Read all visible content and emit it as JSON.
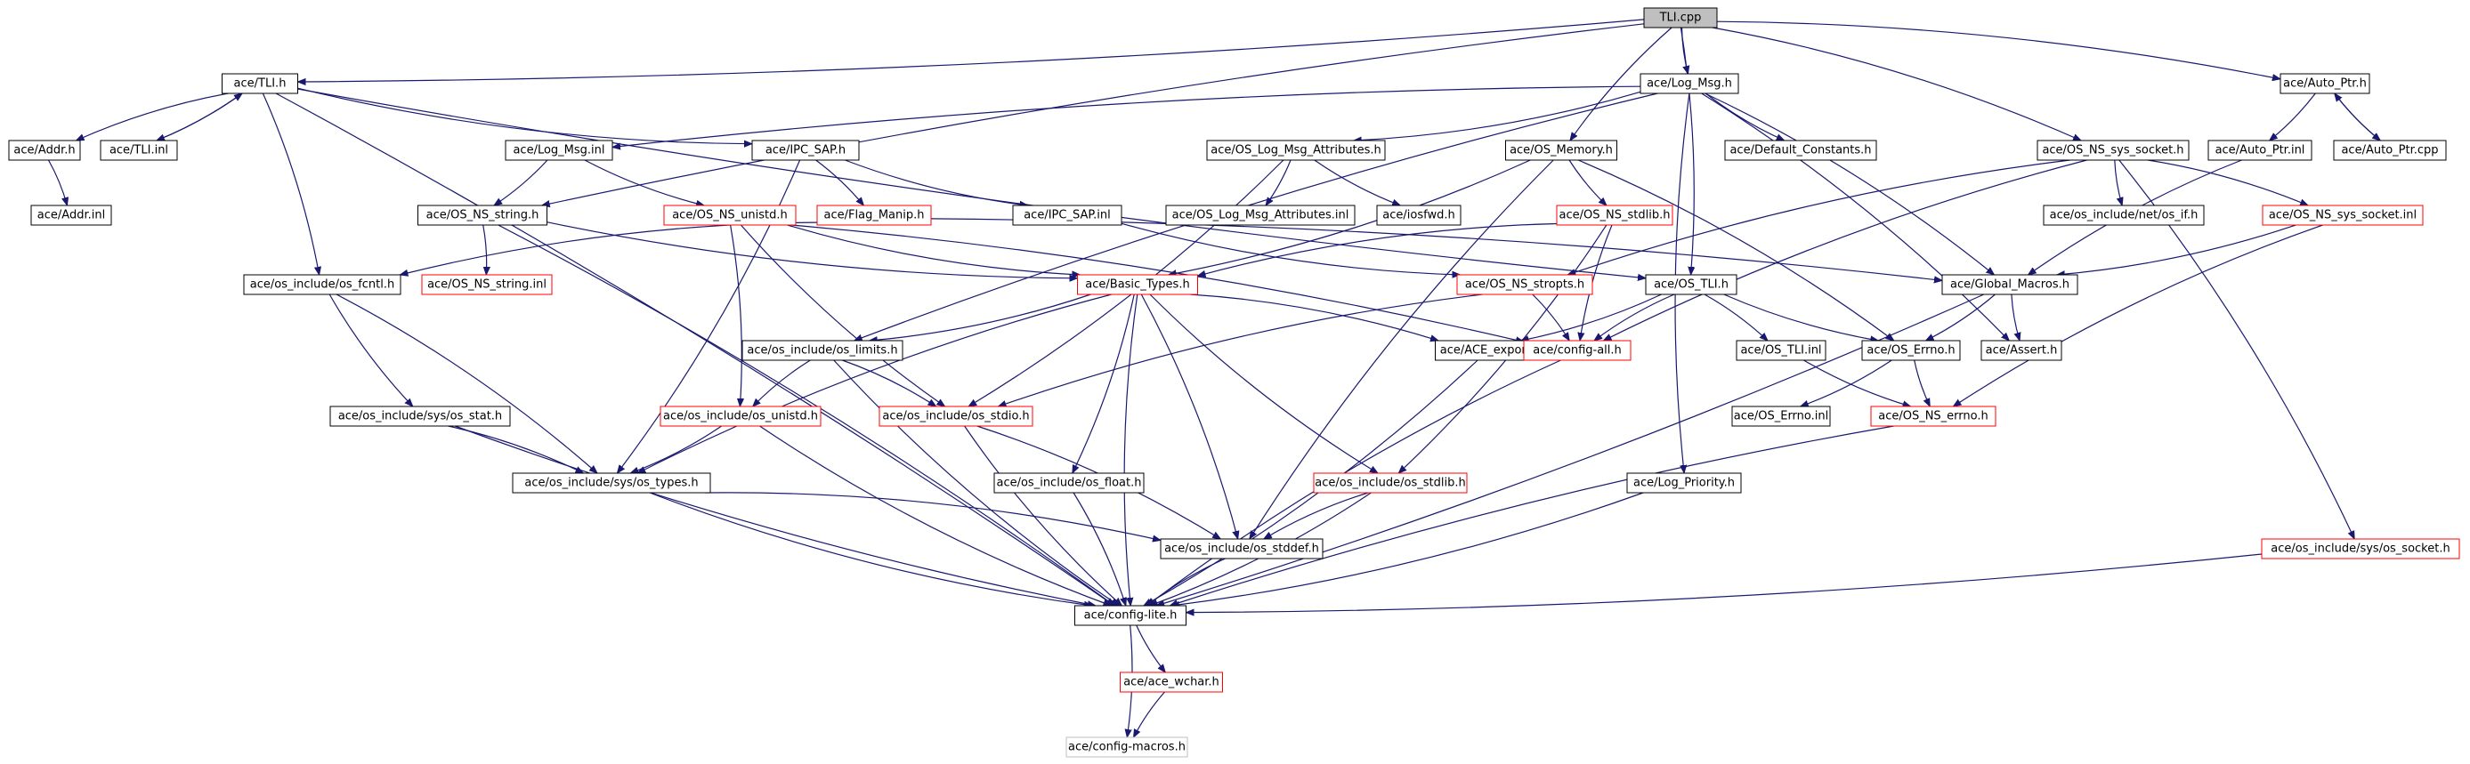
{
  "graph": {
    "colors": {
      "edge": "#191970",
      "node_border": "#000000",
      "node_border_incomplete": "#ff0000",
      "node_border_external": "#bfbfbf",
      "root_fill": "#bfbfbf"
    },
    "nodes": [
      {
        "id": "tli_cpp",
        "label": "TLI.cpp",
        "style": "root"
      },
      {
        "id": "tli_h",
        "label": "ace/TLI.h",
        "style": "normal"
      },
      {
        "id": "log_msg_h",
        "label": "ace/Log_Msg.h",
        "style": "normal"
      },
      {
        "id": "auto_ptr_h",
        "label": "ace/Auto_Ptr.h",
        "style": "normal"
      },
      {
        "id": "addr_h",
        "label": "ace/Addr.h",
        "style": "normal"
      },
      {
        "id": "tli_inl",
        "label": "ace/TLI.inl",
        "style": "normal"
      },
      {
        "id": "log_msg_inl",
        "label": "ace/Log_Msg.inl",
        "style": "normal"
      },
      {
        "id": "ipc_sap_h",
        "label": "ace/IPC_SAP.h",
        "style": "normal"
      },
      {
        "id": "os_log_msg_attr_h",
        "label": "ace/OS_Log_Msg_Attributes.h",
        "style": "normal"
      },
      {
        "id": "os_memory_h",
        "label": "ace/OS_Memory.h",
        "style": "normal"
      },
      {
        "id": "default_constants_h",
        "label": "ace/Default_Constants.h",
        "style": "normal"
      },
      {
        "id": "os_ns_sys_socket_h",
        "label": "ace/OS_NS_sys_socket.h",
        "style": "normal"
      },
      {
        "id": "auto_ptr_inl",
        "label": "ace/Auto_Ptr.inl",
        "style": "normal"
      },
      {
        "id": "auto_ptr_cpp",
        "label": "ace/Auto_Ptr.cpp",
        "style": "normal"
      },
      {
        "id": "addr_inl",
        "label": "ace/Addr.inl",
        "style": "normal"
      },
      {
        "id": "os_ns_string_h",
        "label": "ace/OS_NS_string.h",
        "style": "normal"
      },
      {
        "id": "os_ns_unistd_h",
        "label": "ace/OS_NS_unistd.h",
        "style": "red"
      },
      {
        "id": "flag_manip_h",
        "label": "ace/Flag_Manip.h",
        "style": "red"
      },
      {
        "id": "ipc_sap_inl",
        "label": "ace/IPC_SAP.inl",
        "style": "normal"
      },
      {
        "id": "os_log_msg_attr_inl",
        "label": "ace/OS_Log_Msg_Attributes.inl",
        "style": "normal"
      },
      {
        "id": "iosfwd_h",
        "label": "ace/iosfwd.h",
        "style": "normal"
      },
      {
        "id": "os_ns_stdlib_h",
        "label": "ace/OS_NS_stdlib.h",
        "style": "red"
      },
      {
        "id": "net_os_if_h",
        "label": "ace/os_include/net/os_if.h",
        "style": "normal"
      },
      {
        "id": "os_ns_sys_socket_inl",
        "label": "ace/OS_NS_sys_socket.inl",
        "style": "red"
      },
      {
        "id": "os_fcntl_h",
        "label": "ace/os_include/os_fcntl.h",
        "style": "normal"
      },
      {
        "id": "os_ns_string_inl",
        "label": "ace/OS_NS_string.inl",
        "style": "red"
      },
      {
        "id": "basic_types_h",
        "label": "ace/Basic_Types.h",
        "style": "red"
      },
      {
        "id": "os_ns_stropts_h",
        "label": "ace/OS_NS_stropts.h",
        "style": "red"
      },
      {
        "id": "os_tli_h",
        "label": "ace/OS_TLI.h",
        "style": "normal"
      },
      {
        "id": "global_macros_h",
        "label": "ace/Global_Macros.h",
        "style": "normal"
      },
      {
        "id": "os_limits_h",
        "label": "ace/os_include/os_limits.h",
        "style": "normal"
      },
      {
        "id": "ace_export_h",
        "label": "ace/ACE_export.h",
        "style": "normal"
      },
      {
        "id": "config_all_h",
        "label": "ace/config-all.h",
        "style": "red"
      },
      {
        "id": "os_tli_inl",
        "label": "ace/OS_TLI.inl",
        "style": "normal"
      },
      {
        "id": "os_errno_h",
        "label": "ace/OS_Errno.h",
        "style": "normal"
      },
      {
        "id": "assert_h",
        "label": "ace/Assert.h",
        "style": "normal"
      },
      {
        "id": "sys_os_stat_h",
        "label": "ace/os_include/sys/os_stat.h",
        "style": "normal"
      },
      {
        "id": "os_unistd_h",
        "label": "ace/os_include/os_unistd.h",
        "style": "red"
      },
      {
        "id": "os_stdio_h",
        "label": "ace/os_include/os_stdio.h",
        "style": "red"
      },
      {
        "id": "os_errno_inl",
        "label": "ace/OS_Errno.inl",
        "style": "normal"
      },
      {
        "id": "os_ns_errno_h",
        "label": "ace/OS_NS_errno.h",
        "style": "red"
      },
      {
        "id": "sys_os_types_h",
        "label": "ace/os_include/sys/os_types.h",
        "style": "normal"
      },
      {
        "id": "os_float_h",
        "label": "ace/os_include/os_float.h",
        "style": "normal"
      },
      {
        "id": "os_stdlib_h",
        "label": "ace/os_include/os_stdlib.h",
        "style": "red"
      },
      {
        "id": "log_priority_h",
        "label": "ace/Log_Priority.h",
        "style": "normal"
      },
      {
        "id": "os_stddef_h",
        "label": "ace/os_include/os_stddef.h",
        "style": "normal"
      },
      {
        "id": "sys_os_socket_h",
        "label": "ace/os_include/sys/os_socket.h",
        "style": "red"
      },
      {
        "id": "config_lite_h",
        "label": "ace/config-lite.h",
        "style": "normal"
      },
      {
        "id": "ace_wchar_h",
        "label": "ace/ace_wchar.h",
        "style": "red"
      },
      {
        "id": "config_macros_h",
        "label": "ace/config-macros.h",
        "style": "grey"
      }
    ],
    "edges": [
      [
        "tli_cpp",
        "tli_h"
      ],
      [
        "tli_cpp",
        "log_msg_h"
      ],
      [
        "tli_cpp",
        "auto_ptr_h"
      ],
      [
        "tli_cpp",
        "os_memory_h"
      ],
      [
        "tli_cpp",
        "os_ns_sys_socket_h"
      ],
      [
        "tli_cpp",
        "os_ns_string_h"
      ],
      [
        "tli_cpp",
        "os_tli_h"
      ],
      [
        "tli_h",
        "addr_h"
      ],
      [
        "tli_h",
        "tli_inl"
      ],
      [
        "tli_h",
        "ipc_sap_h"
      ],
      [
        "tli_h",
        "os_fcntl_h"
      ],
      [
        "tli_h",
        "os_tli_h"
      ],
      [
        "tli_h",
        "config_lite_h"
      ],
      [
        "tli_inl",
        "tli_h"
      ],
      [
        "addr_h",
        "addr_inl"
      ],
      [
        "log_msg_h",
        "log_msg_inl"
      ],
      [
        "log_msg_h",
        "os_log_msg_attr_h"
      ],
      [
        "log_msg_h",
        "default_constants_h"
      ],
      [
        "log_msg_h",
        "global_macros_h"
      ],
      [
        "log_msg_h",
        "log_priority_h"
      ],
      [
        "log_msg_h",
        "assert_h"
      ],
      [
        "log_msg_h",
        "os_limits_h"
      ],
      [
        "log_msg_inl",
        "os_ns_string_h"
      ],
      [
        "log_msg_inl",
        "os_ns_unistd_h"
      ],
      [
        "ipc_sap_h",
        "flag_manip_h"
      ],
      [
        "ipc_sap_h",
        "ipc_sap_inl"
      ],
      [
        "ipc_sap_h",
        "sys_os_types_h"
      ],
      [
        "ipc_sap_inl",
        "os_ns_stropts_h"
      ],
      [
        "os_log_msg_attr_h",
        "os_log_msg_attr_inl"
      ],
      [
        "os_log_msg_attr_h",
        "iosfwd_h"
      ],
      [
        "os_log_msg_attr_h",
        "os_stdio_h"
      ],
      [
        "os_memory_h",
        "os_ns_stdlib_h"
      ],
      [
        "os_memory_h",
        "basic_types_h"
      ],
      [
        "os_memory_h",
        "os_stddef_h"
      ],
      [
        "os_memory_h",
        "os_errno_h"
      ],
      [
        "os_ns_sys_socket_h",
        "net_os_if_h"
      ],
      [
        "os_ns_sys_socket_h",
        "os_ns_sys_socket_inl"
      ],
      [
        "os_ns_sys_socket_h",
        "os_ns_stropts_h"
      ],
      [
        "os_ns_sys_socket_h",
        "sys_os_socket_h"
      ],
      [
        "os_ns_sys_socket_h",
        "config_all_h"
      ],
      [
        "os_ns_sys_socket_inl",
        "global_macros_h"
      ],
      [
        "os_ns_sys_socket_inl",
        "os_ns_errno_h"
      ],
      [
        "auto_ptr_h",
        "auto_ptr_inl"
      ],
      [
        "auto_ptr_h",
        "auto_ptr_cpp"
      ],
      [
        "auto_ptr_cpp",
        "auto_ptr_h"
      ],
      [
        "auto_ptr_inl",
        "global_macros_h"
      ],
      [
        "os_ns_string_h",
        "os_ns_string_inl"
      ],
      [
        "os_ns_string_h",
        "basic_types_h"
      ],
      [
        "os_ns_string_h",
        "config_lite_h"
      ],
      [
        "os_ns_unistd_h",
        "basic_types_h"
      ],
      [
        "os_ns_unistd_h",
        "os_unistd_h"
      ],
      [
        "os_ns_unistd_h",
        "os_stdio_h"
      ],
      [
        "os_ns_unistd_h",
        "config_all_h"
      ],
      [
        "flag_manip_h",
        "os_fcntl_h"
      ],
      [
        "flag_manip_h",
        "global_macros_h"
      ],
      [
        "os_ns_stdlib_h",
        "basic_types_h"
      ],
      [
        "os_ns_stdlib_h",
        "os_stdlib_h"
      ],
      [
        "os_ns_stdlib_h",
        "config_all_h"
      ],
      [
        "basic_types_h",
        "os_limits_h"
      ],
      [
        "basic_types_h",
        "sys_os_types_h"
      ],
      [
        "basic_types_h",
        "os_float_h"
      ],
      [
        "basic_types_h",
        "os_stdlib_h"
      ],
      [
        "basic_types_h",
        "os_stddef_h"
      ],
      [
        "basic_types_h",
        "config_lite_h"
      ],
      [
        "basic_types_h",
        "ace_export_h"
      ],
      [
        "os_ns_stropts_h",
        "os_stdio_h"
      ],
      [
        "os_ns_stropts_h",
        "config_all_h"
      ],
      [
        "os_tli_h",
        "config_all_h"
      ],
      [
        "os_tli_h",
        "os_tli_inl"
      ],
      [
        "os_tli_h",
        "os_errno_h"
      ],
      [
        "os_tli_h",
        "ace_export_h"
      ],
      [
        "os_tli_inl",
        "os_ns_errno_h"
      ],
      [
        "os_errno_h",
        "os_errno_inl"
      ],
      [
        "os_errno_h",
        "os_ns_errno_h"
      ],
      [
        "global_macros_h",
        "os_errno_h"
      ],
      [
        "global_macros_h",
        "assert_h"
      ],
      [
        "global_macros_h",
        "config_lite_h"
      ],
      [
        "os_fcntl_h",
        "sys_os_stat_h"
      ],
      [
        "os_fcntl_h",
        "sys_os_types_h"
      ],
      [
        "os_limits_h",
        "os_unistd_h"
      ],
      [
        "os_limits_h",
        "os_stdio_h"
      ],
      [
        "os_limits_h",
        "config_lite_h"
      ],
      [
        "sys_os_stat_h",
        "sys_os_types_h"
      ],
      [
        "sys_os_stat_h",
        "config_lite_h"
      ],
      [
        "os_unistd_h",
        "sys_os_types_h"
      ],
      [
        "os_unistd_h",
        "config_lite_h"
      ],
      [
        "os_stdio_h",
        "os_stddef_h"
      ],
      [
        "os_stdio_h",
        "config_lite_h"
      ],
      [
        "sys_os_types_h",
        "os_stddef_h"
      ],
      [
        "sys_os_types_h",
        "config_lite_h"
      ],
      [
        "os_float_h",
        "config_lite_h"
      ],
      [
        "os_stdlib_h",
        "os_stddef_h"
      ],
      [
        "os_stdlib_h",
        "config_lite_h"
      ],
      [
        "os_stddef_h",
        "config_lite_h"
      ],
      [
        "ace_export_h",
        "config_lite_h"
      ],
      [
        "config_all_h",
        "config_lite_h"
      ],
      [
        "log_priority_h",
        "config_lite_h"
      ],
      [
        "os_ns_errno_h",
        "config_lite_h"
      ],
      [
        "sys_os_socket_h",
        "config_lite_h"
      ],
      [
        "config_lite_h",
        "ace_wchar_h"
      ],
      [
        "config_lite_h",
        "config_macros_h"
      ],
      [
        "ace_wchar_h",
        "config_macros_h"
      ]
    ]
  }
}
